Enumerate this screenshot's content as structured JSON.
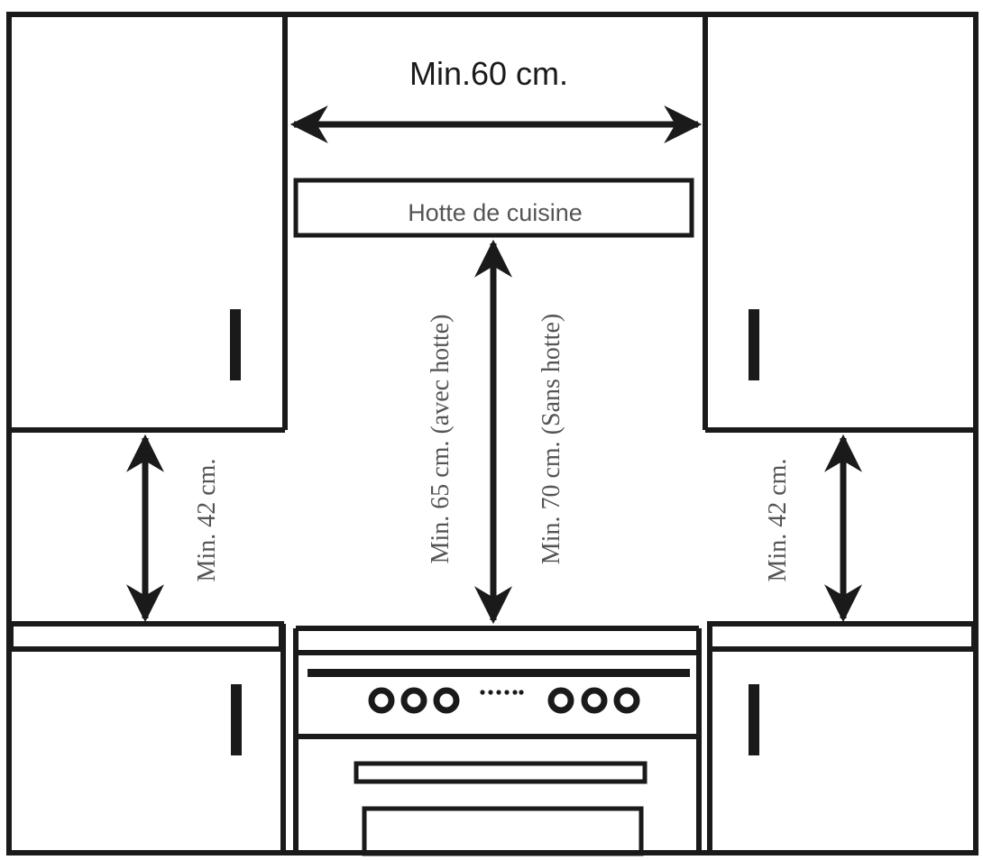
{
  "labels": {
    "width_min": "Min.60 cm.",
    "hood": "Hotte de cuisine",
    "left_gap": "Min. 42 cm.",
    "right_gap": "Min. 42 cm.",
    "with_hood": "Min. 65 cm. (avec hotte)",
    "without_hood": "Min. 70 cm. (Sans hotte)"
  },
  "colors": {
    "line": "#1a1a1a",
    "text_dark": "#1a1a1a",
    "text_gray": "#555555"
  }
}
